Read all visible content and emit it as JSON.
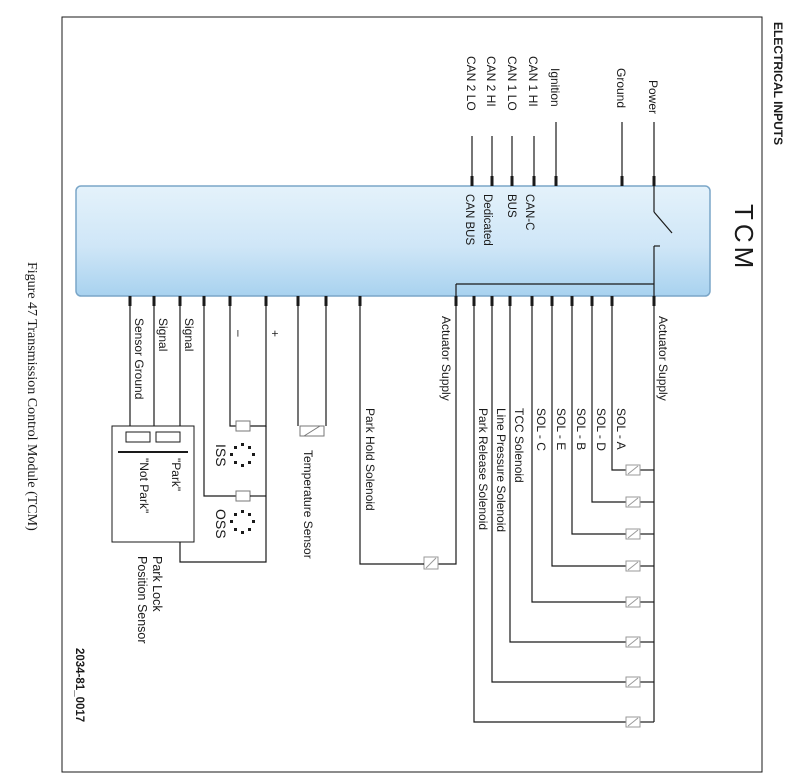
{
  "section_title": "ELECTRICAL INPUTS",
  "module": {
    "name": "TCM",
    "bus_labels": [
      "CAN-C",
      "BUS",
      "Dedicated",
      "CAN BUS"
    ]
  },
  "inputs": {
    "power": "Power",
    "ground": "Ground",
    "ignition": "Ignition",
    "can1_hi": "CAN 1 HI",
    "can1_lo": "CAN 1 LO",
    "can2_hi": "CAN 2 HI",
    "can2_lo": "CAN 2 LO"
  },
  "outputs": {
    "actuator_supply_top": "Actuator Supply",
    "sol_a": "SOL - A",
    "sol_d": "SOL - D",
    "sol_b": "SOL - B",
    "sol_e": "SOL - E",
    "sol_c": "SOL - C",
    "tcc": "TCC Solenoid",
    "line_pressure": "Line Pressure Solenoid",
    "park_release": "Park Release Solenoid",
    "actuator_supply_bottom": "Actuator Supply",
    "park_hold": "Park Hold Solenoid",
    "temp_sensor": "Temperature Sensor",
    "plus": "+",
    "minus": "–",
    "iss": "ISS",
    "oss": "OSS",
    "signal_1": "Signal",
    "signal_2": "Signal",
    "sensor_ground": "Sensor Ground",
    "park": "\"Park\"",
    "not_park": "\"Not Park\"",
    "plps_line1": "Park Lock",
    "plps_line2": "Position Sensor"
  },
  "figure_caption": "Figure 47  Transmission Control Module (TCM)",
  "figure_id": "2034-81_0017"
}
